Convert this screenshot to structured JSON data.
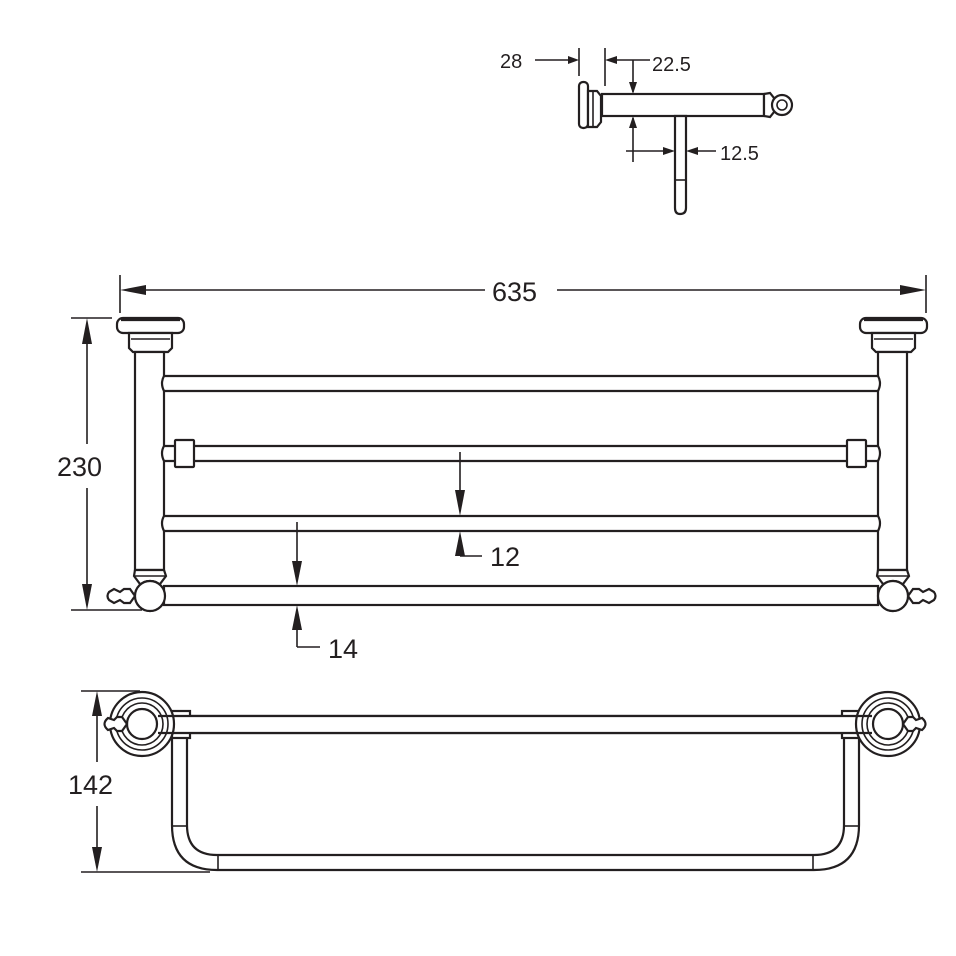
{
  "drawing": {
    "subject": "towel rack technical drawing",
    "views": [
      "side-view",
      "front-view",
      "top-view"
    ],
    "line_color": "#231f20",
    "background": "#ffffff"
  },
  "side_view": {
    "dim_wall_flange": "28",
    "dim_bar_offset": "22.5",
    "dim_rail_diameter": "12.5"
  },
  "front_view": {
    "dim_total_width": "635",
    "dim_total_height": "230",
    "dim_rail_gap": "12",
    "dim_bottom_rail": "14"
  },
  "top_view": {
    "dim_depth": "142"
  }
}
